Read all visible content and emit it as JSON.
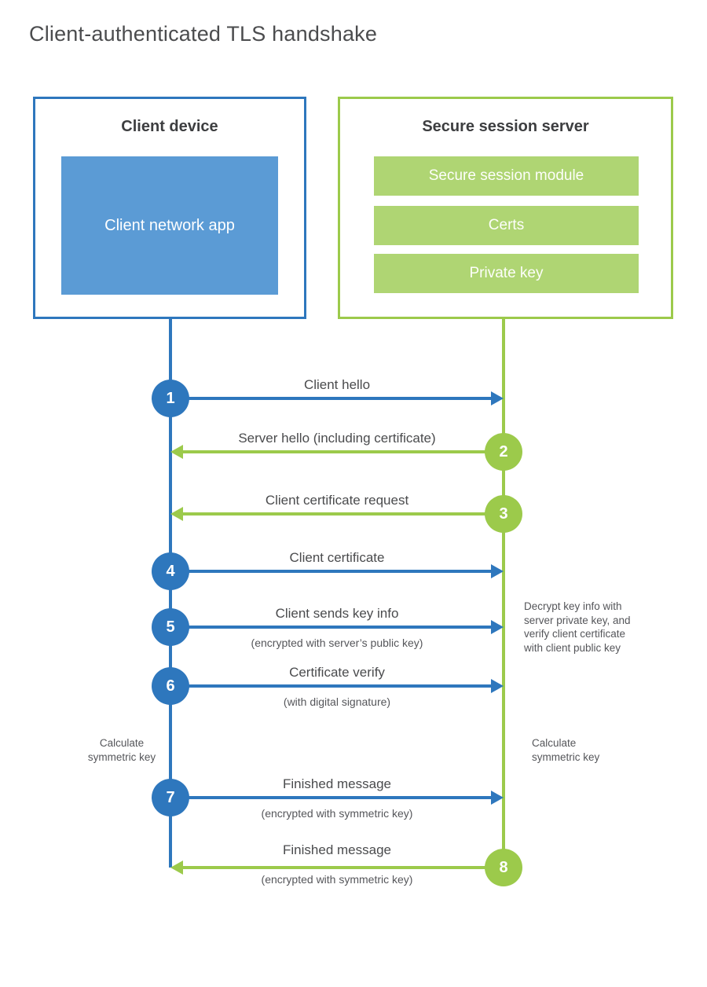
{
  "title": "Client-authenticated TLS handshake",
  "colors": {
    "blue_accent": "#2e77bd",
    "blue_fill": "#5b9bd5",
    "green_accent": "#9cca4b",
    "green_fill": "#afd573",
    "text_dark": "#3d3e40",
    "text_label": "#4a4b4d"
  },
  "actors": {
    "client": {
      "title": "Client device",
      "module": "Client network app"
    },
    "server": {
      "title": "Secure session server",
      "modules": [
        "Secure session module",
        "Certs",
        "Private key"
      ]
    }
  },
  "messages": [
    {
      "step": "1",
      "from": "client",
      "to": "server",
      "label": "Client hello"
    },
    {
      "step": "2",
      "from": "server",
      "to": "client",
      "label": "Server hello (including certificate)"
    },
    {
      "step": "3",
      "from": "server",
      "to": "client",
      "label": "Client certificate request"
    },
    {
      "step": "4",
      "from": "client",
      "to": "server",
      "label": "Client certificate"
    },
    {
      "step": "5",
      "from": "client",
      "to": "server",
      "label": "Client sends key info",
      "sublabel": "(encrypted with server’s public key)"
    },
    {
      "step": "6",
      "from": "client",
      "to": "server",
      "label": "Certificate verify",
      "sublabel": "(with digital signature)"
    },
    {
      "step": "7",
      "from": "client",
      "to": "server",
      "label": "Finished message",
      "sublabel": "(encrypted with symmetric key)"
    },
    {
      "step": "8",
      "from": "server",
      "to": "client",
      "label": "Finished message",
      "sublabel": "(encrypted with symmetric key)"
    }
  ],
  "annotations": {
    "decrypt_lines": [
      "Decrypt key info with",
      "server private key, and",
      "verify client certificate",
      "with client public key"
    ],
    "calc_left_lines": [
      "Calculate",
      "symmetric key"
    ],
    "calc_right_lines": [
      "Calculate",
      "symmetric key"
    ]
  }
}
